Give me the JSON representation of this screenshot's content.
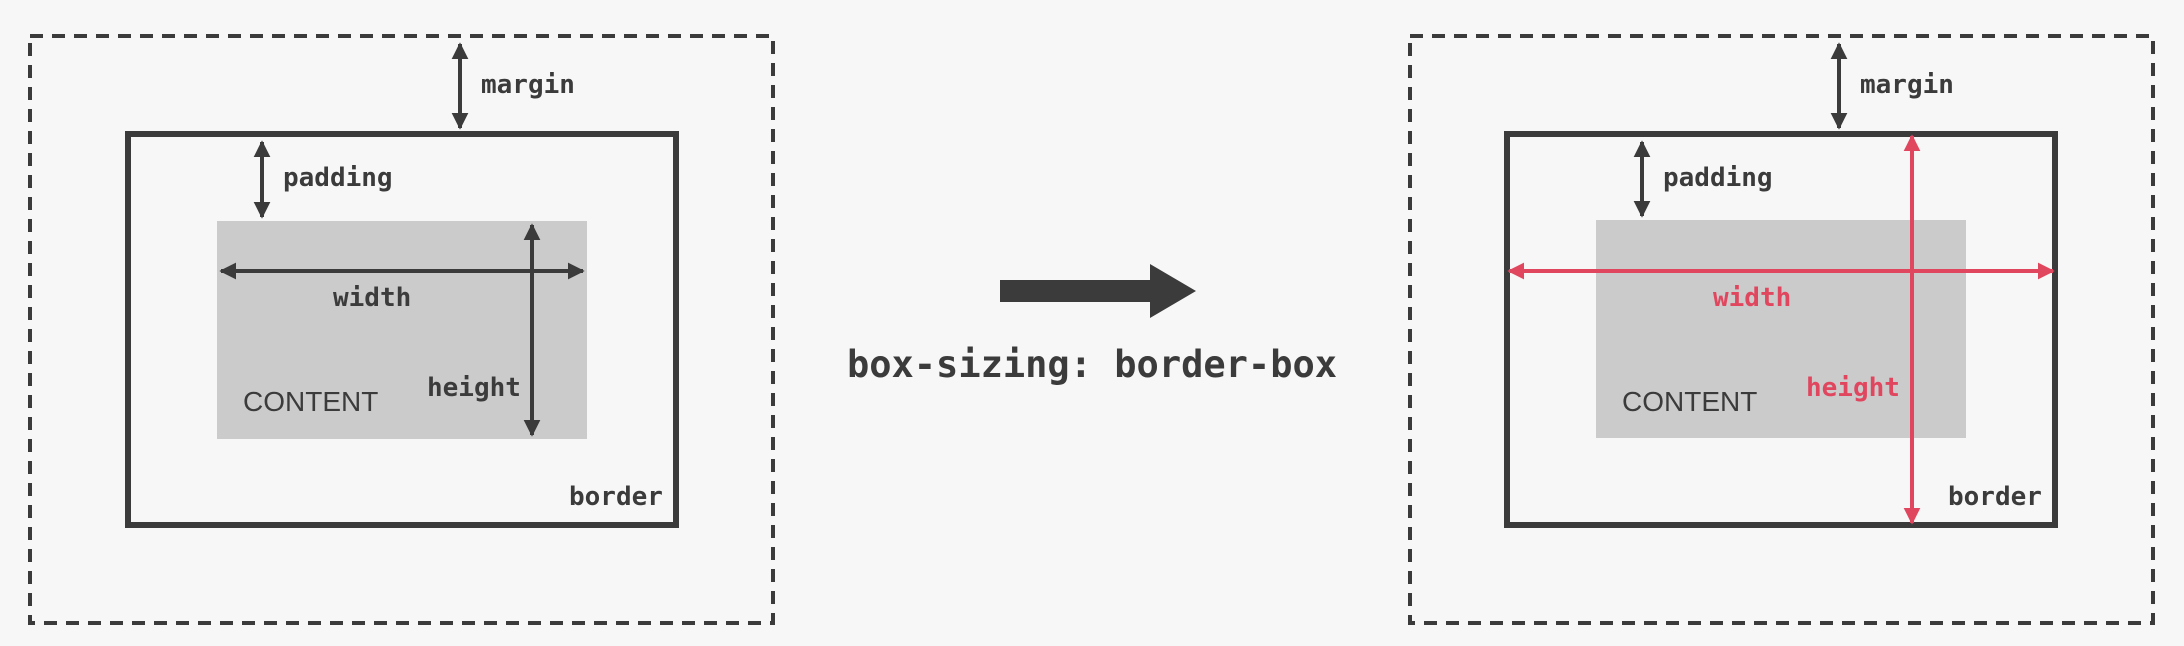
{
  "colors": {
    "background": "#f7f7f7",
    "ink": "#3b3b3b",
    "content_fill": "#cbcbcb",
    "accent": "#e0475f"
  },
  "left_box": {
    "margin_label": "margin",
    "padding_label": "padding",
    "width_label": "width",
    "height_label": "height",
    "content_label": "CONTENT",
    "border_label": "border"
  },
  "transition": {
    "arrow_icon": "right-arrow-icon",
    "caption": "box-sizing: border-box"
  },
  "right_box": {
    "margin_label": "margin",
    "padding_label": "padding",
    "width_label": "width",
    "height_label": "height",
    "content_label": "CONTENT",
    "border_label": "border"
  }
}
